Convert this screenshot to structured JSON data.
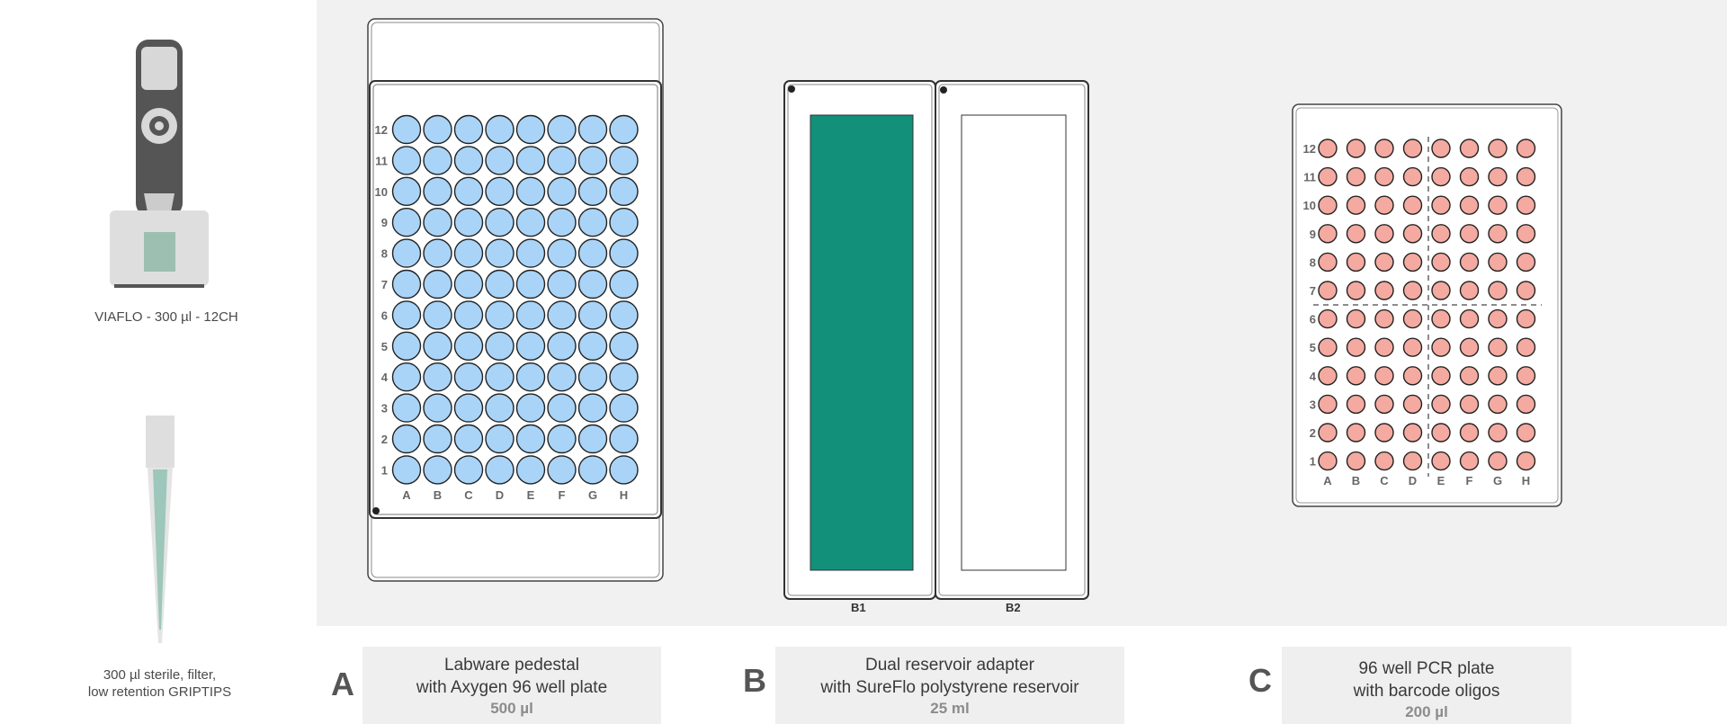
{
  "pipette": {
    "label": "VIAFLO - 300 µl - 12CH"
  },
  "tips": {
    "line1": "300 µl sterile, filter,",
    "line2": "low retention GRIPTIPS"
  },
  "position_a": {
    "letter": "A",
    "title_line1": "Labware pedestal",
    "title_line2": "with Axygen 96 well plate",
    "volume": "500 µl",
    "well_color": "#a9d4f7",
    "columns": [
      "A",
      "B",
      "C",
      "D",
      "E",
      "F",
      "G",
      "H"
    ],
    "rows": [
      "12",
      "11",
      "10",
      "9",
      "8",
      "7",
      "6",
      "5",
      "4",
      "3",
      "2",
      "1"
    ]
  },
  "position_b": {
    "letter": "B",
    "title_line1": "Dual reservoir adapter",
    "title_line2": "with SureFlo polystyrene reservoir",
    "volume": "25 ml",
    "reservoir_color": "#12907a",
    "slot1": "B1",
    "slot2": "B2"
  },
  "position_c": {
    "letter": "C",
    "title_line1": "96 well PCR plate",
    "title_line2": "with barcode oligos",
    "volume": "200 µl",
    "well_color": "#f4aaa0",
    "columns": [
      "A",
      "B",
      "C",
      "D",
      "E",
      "F",
      "G",
      "H"
    ],
    "rows": [
      "12",
      "11",
      "10",
      "9",
      "8",
      "7",
      "6",
      "5",
      "4",
      "3",
      "2",
      "1"
    ]
  }
}
